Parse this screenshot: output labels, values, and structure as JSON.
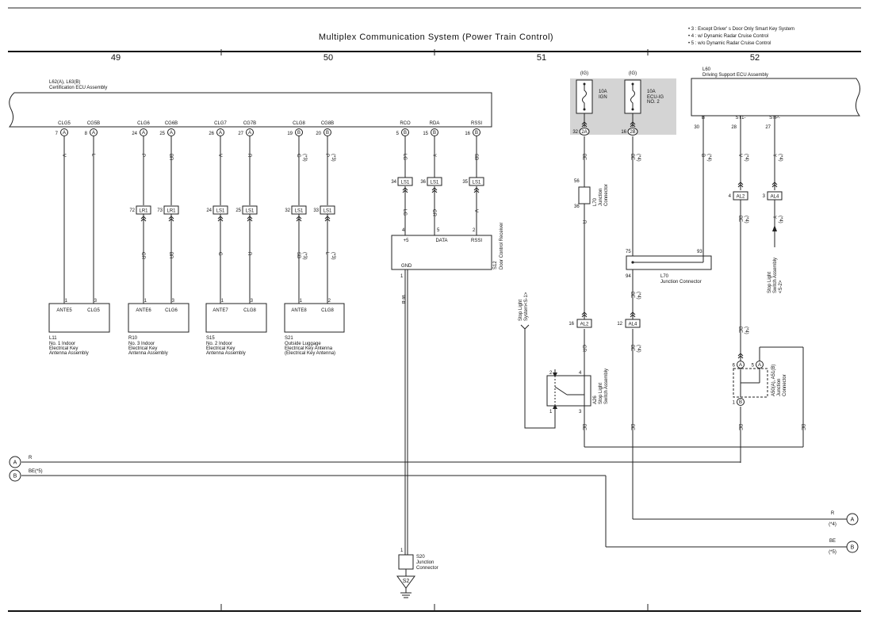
{
  "header": {
    "title": "Multiplex Communication System (Power Train Control)",
    "notes": [
      "• 3 : Except Driver' s Door Only Smart Key System",
      "• 4 : w/ Dynamic Radar Cruise Control",
      "• 5 : w/o Dynamic Radar Cruise Control"
    ],
    "columns": [
      "49",
      "50",
      "51",
      "52"
    ]
  },
  "ecu": {
    "title1": "L62(A), L63(B)",
    "title2": "Certification ECU Assembly",
    "pins": [
      {
        "name": "CLG5",
        "num": "7",
        "letter": "A",
        "wire": "V"
      },
      {
        "name": "CG5B",
        "num": "8",
        "letter": "A",
        "wire": "L"
      },
      {
        "name": "CLG6",
        "num": "24",
        "letter": "A",
        "wire": "P"
      },
      {
        "name": "CG6B",
        "num": "25",
        "letter": "A",
        "wire": "BR"
      },
      {
        "name": "CLG7",
        "num": "26",
        "letter": "A",
        "wire": "V"
      },
      {
        "name": "CG7B",
        "num": "27",
        "letter": "A",
        "wire": "R"
      },
      {
        "name": "CLG8",
        "num": "19",
        "letter": "B",
        "wire": "G",
        "note": "(*3)"
      },
      {
        "name": "CG8B",
        "num": "20",
        "letter": "B",
        "wire": "P",
        "note": "(*3)"
      },
      {
        "name": "RCO",
        "num": "5",
        "letter": "B",
        "wire": "LG"
      },
      {
        "name": "RDA",
        "num": "15",
        "letter": "B",
        "wire": "Y"
      },
      {
        "name": "RSSI",
        "num": "16",
        "letter": "B",
        "wire": "SB"
      }
    ]
  },
  "lr1": {
    "label": "LR1",
    "pins": [
      "72",
      "73"
    ],
    "wires_below": [
      "GR",
      "BR"
    ]
  },
  "ls1_left": {
    "label": "LS1",
    "pins": [
      "24",
      "25",
      "32",
      "33"
    ],
    "wires_below": [
      "G",
      "R",
      "SB",
      "L"
    ],
    "notes_below": [
      "",
      "",
      "(*3)",
      "(*3)"
    ]
  },
  "antennas": [
    {
      "pin1": "1",
      "pin2": "3",
      "t1": "ANTE5",
      "t2": "CLG5",
      "code": "L11",
      "lines": [
        "No. 1 Indoor",
        "Electrical Key",
        "Antenna Assembly"
      ]
    },
    {
      "pin1": "1",
      "pin2": "3",
      "t1": "ANTE6",
      "t2": "CLG6",
      "code": "R10",
      "lines": [
        "No. 3 Indoor",
        "Electrical Key",
        "Antenna Assembly"
      ]
    },
    {
      "pin1": "1",
      "pin2": "3",
      "t1": "ANTE7",
      "t2": "CLG8",
      "code": "S15",
      "lines": [
        "No. 2 Indoor",
        "Electrical Key",
        "Antenna Assembly"
      ]
    },
    {
      "pin1": "1",
      "pin2": "2",
      "t1": "ANTE8",
      "t2": "CLG8",
      "code": "S21",
      "lines": [
        "Outside Luggage",
        "Electrical Key Antenna",
        "(Electrical Key Antenna)"
      ]
    }
  ],
  "receiver": {
    "ls1_label": "LS1",
    "ls1_pins": [
      "34",
      "36",
      "35"
    ],
    "wires_below": [
      "LG",
      "GR",
      "V"
    ],
    "pin_nums": [
      "4",
      "5",
      "2"
    ],
    "terms": [
      "+5",
      "DATA",
      "RSSI"
    ],
    "gnd_label": "GND",
    "gnd_pin": "1",
    "wire_gnd": "W-B",
    "code": "S12",
    "name": "Door Control Receiver"
  },
  "ground": {
    "pin": "1",
    "code": "S20",
    "lines": [
      "Junction",
      "Connector"
    ],
    "label": "S2"
  },
  "fuses": [
    {
      "ig": "(IG)",
      "rating": "10A",
      "lines": [
        "IGN"
      ],
      "pin": "32",
      "conn": "2A",
      "wire": "BE"
    },
    {
      "ig": "(IG)",
      "rating": "10A",
      "lines": [
        "ECU-IG",
        "NO. 2"
      ],
      "pin": "16",
      "conn": "2B",
      "wire": "BE",
      "note": "(*4)"
    }
  ],
  "l70_small": {
    "pins": [
      "56",
      "36"
    ],
    "code": "L70",
    "lines": [
      "Junction",
      "Connector"
    ],
    "wire": "R"
  },
  "l70_big": {
    "pins": [
      "75",
      "93",
      "94"
    ],
    "code": "L70",
    "name": "Junction Connector",
    "wire": "BE",
    "note": "(*4)"
  },
  "al2_low": {
    "pin": "16",
    "label": "AL2",
    "wire": "GR"
  },
  "al4_low": {
    "pin": "12",
    "label": "AL4",
    "wire": "BE",
    "note": "(*4)"
  },
  "stop_switch": {
    "pins": [
      "2",
      "4",
      "1",
      "3"
    ],
    "code": "A26",
    "lines": [
      "Stop Light",
      "Switch Assembly"
    ],
    "ref_lines": [
      "Stop Light",
      "System<S-1>"
    ],
    "wire": "BE"
  },
  "dsecu": {
    "code": "L60",
    "name": "Driving Support ECU Assembly",
    "pins": [
      {
        "name": "B",
        "num": "30",
        "wire": "B",
        "note": "(*4)"
      },
      {
        "name": "ST1-",
        "num": "28",
        "wire": "V",
        "note": "(*4)"
      },
      {
        "name": "STP-",
        "num": "27",
        "wire": "Y",
        "note": "(*4)"
      }
    ]
  },
  "al2_right": {
    "pin": "4",
    "label": "AL2",
    "wire": "BE",
    "note": "(*4)"
  },
  "al4_right": {
    "pin": "3",
    "label": "AL4",
    "wire": "Y",
    "note": "(*4)"
  },
  "stop_ref": {
    "lines": [
      "Stop Light",
      "Switch Assembly",
      "<S-2>"
    ]
  },
  "jconn": {
    "pins": [
      "6",
      "5",
      "1"
    ],
    "letters": [
      "A",
      "A",
      "B"
    ],
    "code": "A50(A), A51(B)",
    "lines": [
      "Junction",
      "Connector"
    ],
    "wire": "BE"
  },
  "offpage": {
    "left": [
      {
        "circle": "A",
        "label": "R"
      },
      {
        "circle": "B",
        "label": "BE(*5)"
      }
    ],
    "right": [
      {
        "circle": "A",
        "label": "R",
        "note": "(*4)"
      },
      {
        "circle": "B",
        "label": "BE",
        "note": "(*5)"
      }
    ]
  }
}
